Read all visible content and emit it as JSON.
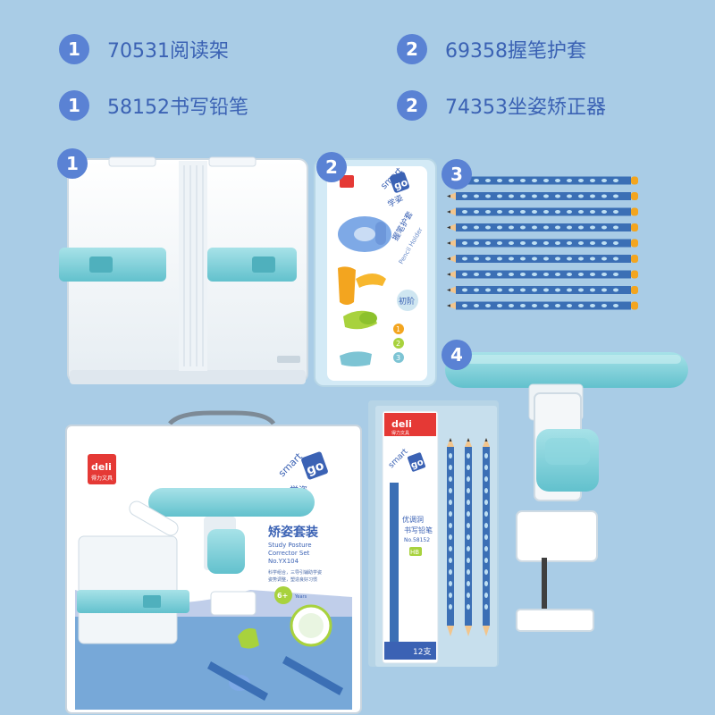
{
  "legend": [
    {
      "num": "1",
      "text": "70531阅读架"
    },
    {
      "num": "2",
      "text": "69358握笔护套"
    },
    {
      "num": "1",
      "text": "58152书写铅笔"
    },
    {
      "num": "2",
      "text": "74353坐姿矫正器"
    }
  ],
  "item_badges": [
    "1",
    "2",
    "3",
    "4"
  ],
  "grip_pack": {
    "brand": "smart",
    "logo": "go",
    "sub": "学姿",
    "title": "握笔护套",
    "subtitle": "Pencil Holder",
    "tag": "初阶",
    "steps": [
      "1",
      "2",
      "3"
    ]
  },
  "box": {
    "brand": "deli",
    "brand_cn": "得力文具",
    "logo_smart": "smart",
    "logo_go": "go",
    "logo_sub": "学姿",
    "title_cn": "矫姿套装",
    "title_en_1": "Study Posture",
    "title_en_2": "Corrector Set",
    "model": "No.YX104",
    "desc_1": "科学组合，三导引辅助学姿",
    "desc_2": "姿势调整，塑造良好习惯",
    "age": "6+",
    "age_unit": "Years"
  },
  "pencil_box": {
    "brand": "deli",
    "brand_cn": "得力文具",
    "logo_smart": "smart",
    "logo_go": "go",
    "tag": "优调洞",
    "name": "书写铅笔",
    "model": "No.58152",
    "grade": "HB",
    "count": "12支"
  },
  "colors": {
    "background": "#a9cce6",
    "badge": "#5a82d4",
    "legend_text": "#3b62b4",
    "teal": "#6fcbd6",
    "pencil_blue": "#3b6fb5"
  }
}
